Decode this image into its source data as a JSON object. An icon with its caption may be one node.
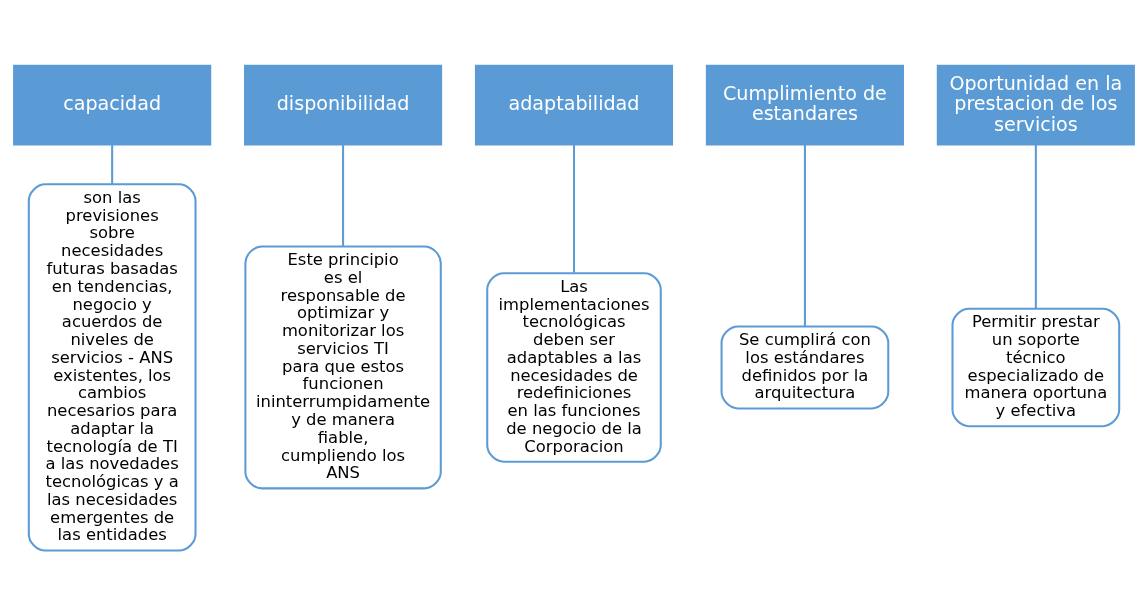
{
  "diagram": {
    "nodes": [
      {
        "text": [
          "capacidad"
        ]
      },
      {
        "text": [
          "son las previsiones sobre necesidades futuras basadas en tendencias, negocio y acuerdos de niveles de servicios - ANS existentes, los cambios necesarios para adaptar la tecnología de TI a las novedades tecnológicas y a las necesidades emergentes de las entidades"
        ]
      },
      {
        "text": [
          "disponibilidad"
        ]
      },
      {
        "text": [
          "Este principio es el responsable de optimizar y monitorizar los servicios TI para que estos funcionen ininterrumpidamente y de manera fiable, cumpliendo los ANS"
        ]
      },
      {
        "text": [
          "adaptabilidad"
        ]
      },
      {
        "text": [
          "Las implementaciones tecnológicas deben ser adaptables a las necesidades de redefiniciones en las funciones de negocio de la Corporacion"
        ]
      },
      {
        "text": [
          "Cumplimiento de estandares"
        ]
      },
      {
        "text": [
          "Se cumplirá con los estándares definidos por la arquitectura"
        ]
      },
      {
        "text": [
          "Oportunidad en la prestacion de los servicios"
        ]
      },
      {
        "text": [
          "Permitir prestar un soporte técnico especializado de manera oportuna y efectiva"
        ]
      }
    ],
    "edges": [
      {
        "from": 0,
        "to": 1,
        "arrow": "none"
      },
      {
        "from": 2,
        "to": 3,
        "arrow": "none"
      },
      {
        "from": 4,
        "to": 5,
        "arrow": "none"
      },
      {
        "from": 6,
        "to": 7,
        "arrow": "none"
      },
      {
        "from": 8,
        "to": 9,
        "arrow": "none"
      }
    ]
  }
}
